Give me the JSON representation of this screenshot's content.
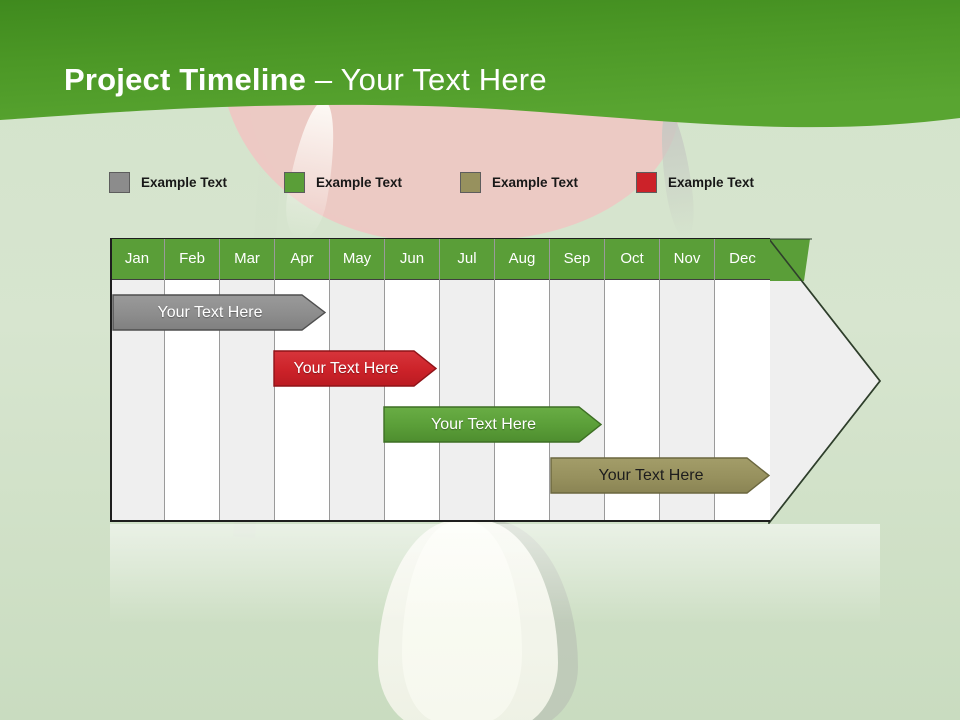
{
  "slide": {
    "title_strong": "Project Timeline",
    "title_light": " – Your Text Here",
    "background_color": "#d3e3cb",
    "band_color": "#4b9223"
  },
  "legend": {
    "items": [
      {
        "label": "Example Text",
        "color": "#8c8c8c",
        "icon": "square-swatch-gray"
      },
      {
        "label": "Example Text",
        "color": "#5a9e38",
        "icon": "square-swatch-green"
      },
      {
        "label": "Example Text",
        "color": "#97915e",
        "icon": "square-swatch-olive"
      },
      {
        "label": "Example Text",
        "color": "#cc2229",
        "icon": "square-swatch-red"
      }
    ]
  },
  "chart_data": {
    "type": "bar",
    "title": "Project Timeline",
    "xlabel": "",
    "ylabel": "",
    "categories": [
      "Jan",
      "Feb",
      "Mar",
      "Apr",
      "May",
      "Jun",
      "Jul",
      "Aug",
      "Sep",
      "Oct",
      "Nov",
      "Dec"
    ],
    "header_color": "#5a9e38",
    "header_text_color": "#ffffff",
    "column_colors": [
      "#efefef",
      "#ffffff"
    ],
    "grid": true,
    "legend_position": "top",
    "tasks": [
      {
        "label": "Your  Text Here",
        "color": "#8c8c8c",
        "border": "#4f4f4f",
        "text_color": "#ffffff",
        "start_month": "Jan",
        "end_month": "Apr",
        "row": 1
      },
      {
        "label": "Your  Text Here",
        "color": "#cc2229",
        "border": "#8f1318",
        "text_color": "#ffffff",
        "start_month": "Apr",
        "end_month": "Jun",
        "row": 2
      },
      {
        "label": "Your  Text Here",
        "color": "#5a9e38",
        "border": "#3d6f24",
        "text_color": "#ffffff",
        "start_month": "Jun",
        "end_month": "Sep",
        "row": 3
      },
      {
        "label": "Your  Text Here",
        "color": "#97915e",
        "border": "#6b673f",
        "text_color": "#1d1d1d",
        "start_month": "Sep",
        "end_month": "Dec",
        "row": 4
      }
    ]
  }
}
